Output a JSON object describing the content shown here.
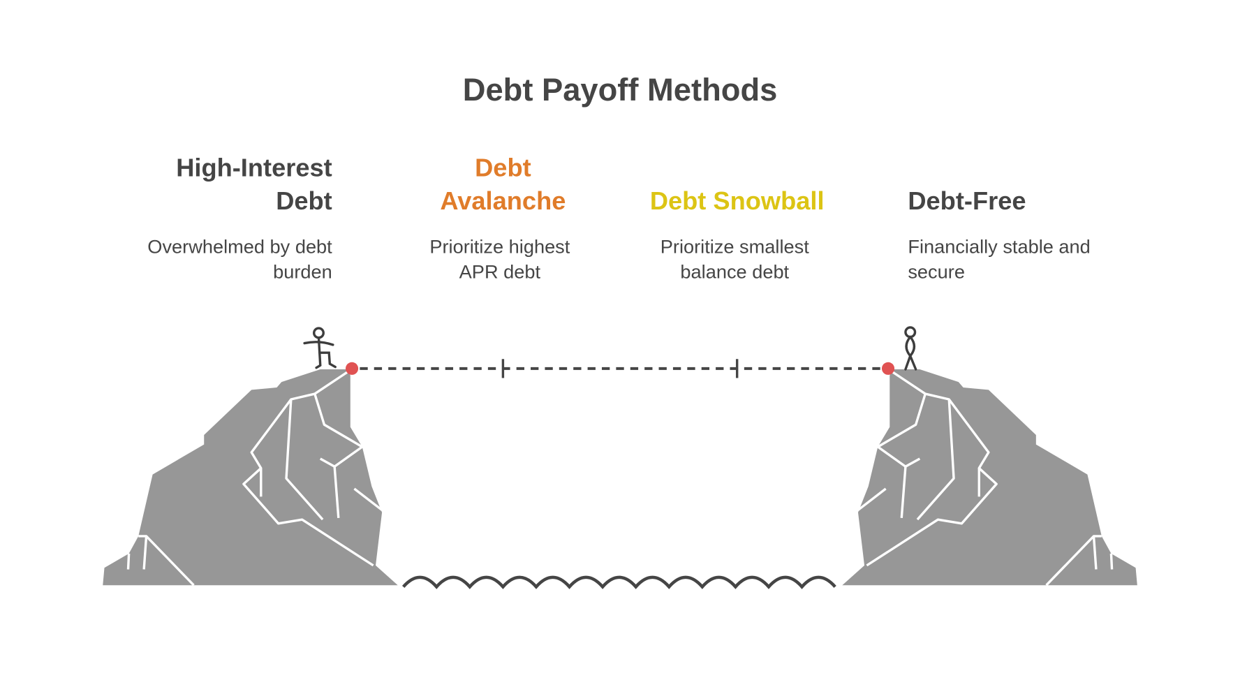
{
  "title": "Debt Payoff Methods",
  "stages": [
    {
      "heading_line1": "High-Interest",
      "heading_line2": "Debt",
      "desc_line1": "Overwhelmed by debt",
      "desc_line2": "burden",
      "color": "#454545"
    },
    {
      "heading_line1": "Debt",
      "heading_line2": "Avalanche",
      "desc_line1": "Prioritize highest",
      "desc_line2": "APR debt",
      "color": "#E07C2A"
    },
    {
      "heading_line1": "Debt Snowball",
      "desc_line1": "Prioritize smallest",
      "desc_line2": "balance debt",
      "color": "#DCC414"
    },
    {
      "heading_line1": "Debt-Free",
      "desc_line1": "Financially stable and",
      "desc_line2": "secure",
      "color": "#454545"
    }
  ],
  "colors": {
    "cliff": "#979797",
    "marker": "#E05252",
    "line": "#454545"
  }
}
